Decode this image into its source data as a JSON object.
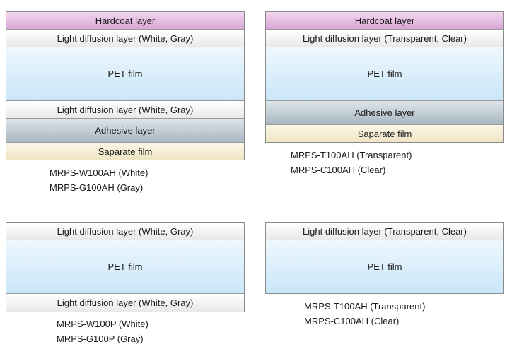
{
  "diagrams": [
    {
      "layers": [
        "Hardcoat layer",
        "Light diffusion layer (White, Gray)",
        "PET film",
        "Light diffusion layer (White, Gray)",
        "Adhesive layer",
        "Saparate film"
      ],
      "products": [
        "MRPS-W100AH (White)",
        "MRPS-G100AH (Gray)"
      ]
    },
    {
      "layers": [
        "Hardcoat layer",
        "Light diffusion layer (Transparent, Clear)",
        "PET film",
        "Adhesive layer",
        "Saparate film"
      ],
      "products": [
        "MRPS-T100AH (Transparent)",
        "MRPS-C100AH (Clear)"
      ]
    },
    {
      "layers": [
        "Light diffusion layer (White, Gray)",
        "PET film",
        "Light diffusion layer (White, Gray)"
      ],
      "products": [
        "MRPS-W100P (White)",
        "MRPS-G100P (Gray)"
      ]
    },
    {
      "layers": [
        "Light diffusion layer (Transparent, Clear)",
        "PET film"
      ],
      "products": [
        "MRPS-T100AH (Transparent)",
        "MRPS-C100AH (Clear)"
      ]
    }
  ],
  "colors": {
    "hardcoat": "#d9a6d6",
    "diffusion": "#e9e9e9",
    "pet": "#c9e6f8",
    "adhesive": "#a9b7c1",
    "separate": "#efe5c4"
  }
}
